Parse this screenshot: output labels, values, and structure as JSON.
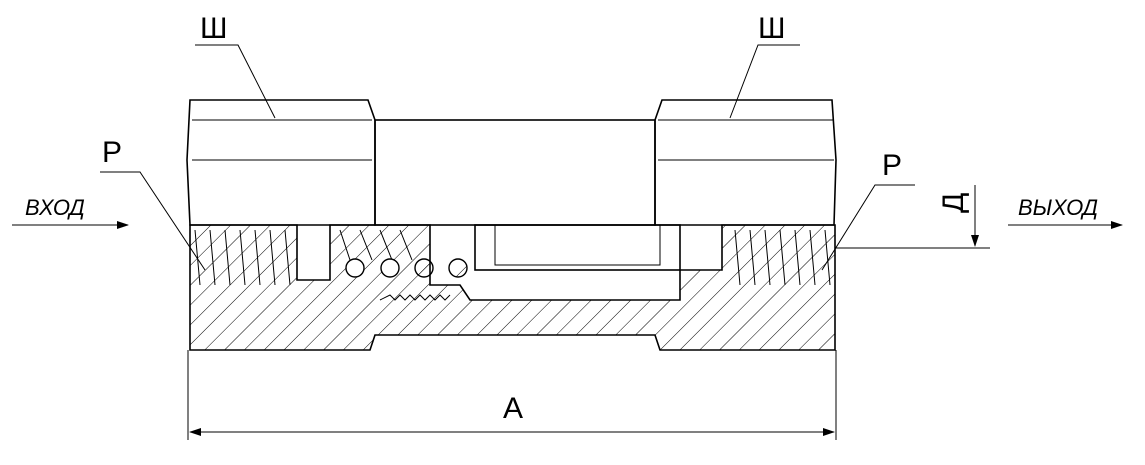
{
  "labels": {
    "wrench_left": "Ш",
    "wrench_right": "Ш",
    "thread_left": "Р",
    "thread_right": "Р",
    "inlet": "ВХОД",
    "outlet": "ВЫХОД",
    "depth": "Д",
    "length": "А"
  }
}
